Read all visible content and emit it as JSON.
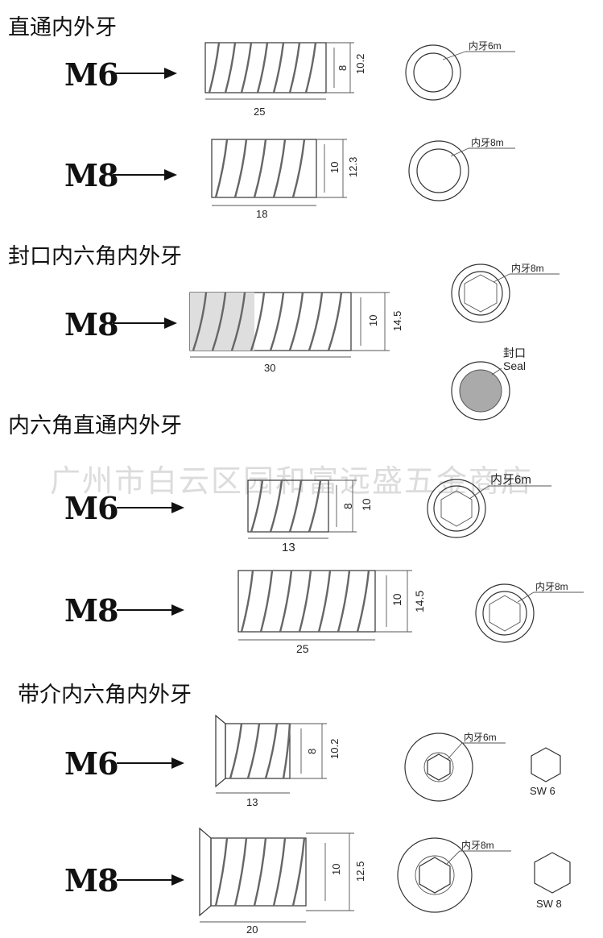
{
  "watermark": "广州市白云区园和富远盛五金商店",
  "sections": [
    {
      "heading": "直通内外牙",
      "parts": [
        {
          "size": "M6",
          "length": "25",
          "inner_dia": "8",
          "outer_dia": "10.2",
          "thread_label": "内牙6m"
        },
        {
          "size": "M8",
          "length": "18",
          "inner_dia": "10",
          "outer_dia": "12.3",
          "thread_label": "内牙8m"
        }
      ]
    },
    {
      "heading": "封口内六角内外牙",
      "parts": [
        {
          "size": "M8",
          "length": "30",
          "inner_dia": "10",
          "outer_dia": "14.5",
          "thread_label": "内牙8m"
        }
      ],
      "seal_label_cn": "封口",
      "seal_label_en": "Seal"
    },
    {
      "heading": "内六角直通内外牙",
      "parts": [
        {
          "size": "M6",
          "length": "13",
          "inner_dia": "8",
          "outer_dia": "10",
          "thread_label": "内牙6m"
        },
        {
          "size": "M8",
          "length": "25",
          "inner_dia": "10",
          "outer_dia": "14.5",
          "thread_label": "内牙8m"
        }
      ]
    },
    {
      "heading": "带介内六角内外牙",
      "parts": [
        {
          "size": "M6",
          "length": "13",
          "inner_dia": "8",
          "outer_dia": "10.2",
          "thread_label": "内牙6m",
          "hex_label": "SW 6"
        },
        {
          "size": "M8",
          "length": "20",
          "inner_dia": "10",
          "outer_dia": "12.5",
          "thread_label": "内牙8m",
          "hex_label": "SW 8"
        }
      ]
    }
  ]
}
